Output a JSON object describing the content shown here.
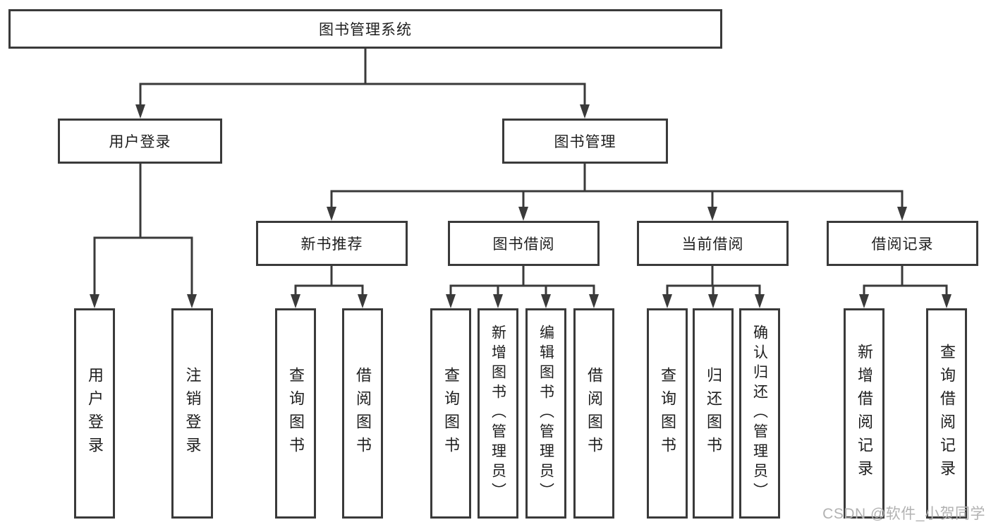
{
  "colors": {
    "line": "#3a3a3a",
    "text": "#1e1e1e",
    "box_bg": "#ffffff",
    "background": "#ffffff",
    "watermark": "#b2b2b2"
  },
  "tree": {
    "root": {
      "label": "图书管理系统"
    },
    "level2": [
      {
        "label": "用户登录"
      },
      {
        "label": "图书管理"
      }
    ],
    "level3": [
      {
        "label": "新书推荐"
      },
      {
        "label": "图书借阅"
      },
      {
        "label": "当前借阅"
      },
      {
        "label": "借阅记录"
      }
    ],
    "leaves": [
      {
        "label": "用户登录"
      },
      {
        "label": "注销登录"
      },
      {
        "label": "查询图书"
      },
      {
        "label": "借阅图书"
      },
      {
        "label": "查询图书"
      },
      {
        "label": "新增图书（管理员）"
      },
      {
        "label": "编辑图书（管理员）"
      },
      {
        "label": "借阅图书"
      },
      {
        "label": "查询图书"
      },
      {
        "label": "归还图书"
      },
      {
        "label": "确认归还（管理员）"
      },
      {
        "label": "新增借阅记录"
      },
      {
        "label": "查询借阅记录"
      }
    ]
  },
  "watermark": {
    "text": "CSDN @软件_小贺同学"
  }
}
